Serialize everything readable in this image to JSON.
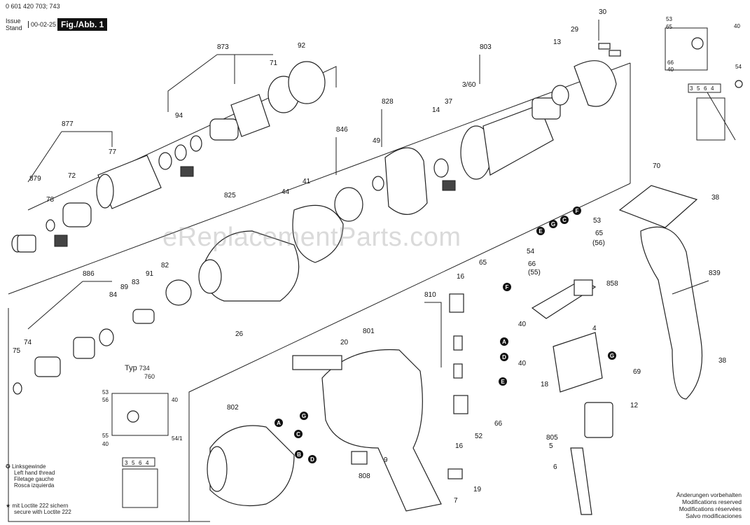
{
  "header": {
    "part_no": "0 601 420 703; 743",
    "issue_label_1": "Issue",
    "issue_label_2": "Stand",
    "issue_date": "00-02-25",
    "fig_label": "Fig./Abb. 1"
  },
  "watermark": "eReplacementParts.com",
  "typ": {
    "label": "Typ",
    "values": [
      "734",
      "760"
    ]
  },
  "legend_left": {
    "left_thread": [
      "Linksgewinde",
      "Left hand thread",
      "Filetage gauche",
      "Rosca izquierda"
    ],
    "loctite": [
      "mit Loctite 222 sichern",
      "secure with Loctite 222"
    ]
  },
  "legend_right": [
    "Änderungen vorbehalten",
    "Modifications reserved",
    "Modifications réservées",
    "Salvo modificaciones"
  ],
  "part_numbers": [
    {
      "id": "30",
      "label": "30"
    },
    {
      "id": "873",
      "label": "873"
    },
    {
      "id": "71",
      "label": "71"
    },
    {
      "id": "92",
      "label": "92"
    },
    {
      "id": "803",
      "label": "803"
    },
    {
      "id": "13",
      "label": "13"
    },
    {
      "id": "29",
      "label": "29"
    },
    {
      "id": "3_60",
      "label": "3/60"
    },
    {
      "id": "94",
      "label": "94"
    },
    {
      "id": "877",
      "label": "877"
    },
    {
      "id": "77",
      "label": "77"
    },
    {
      "id": "828",
      "label": "828"
    },
    {
      "id": "14",
      "label": "14"
    },
    {
      "id": "37",
      "label": "37"
    },
    {
      "id": "846",
      "label": "846"
    },
    {
      "id": "49",
      "label": "49"
    },
    {
      "id": "879",
      "label": "879"
    },
    {
      "id": "72",
      "label": "72"
    },
    {
      "id": "78",
      "label": "78"
    },
    {
      "id": "825",
      "label": "825"
    },
    {
      "id": "44",
      "label": "44"
    },
    {
      "id": "41",
      "label": "41"
    },
    {
      "id": "70",
      "label": "70"
    },
    {
      "id": "38a",
      "label": "38"
    },
    {
      "id": "53",
      "label": "53"
    },
    {
      "id": "65a",
      "label": "65"
    },
    {
      "id": "56",
      "label": "(56)"
    },
    {
      "id": "54",
      "label": "54"
    },
    {
      "id": "66",
      "label": "66"
    },
    {
      "id": "55",
      "label": "(55)"
    },
    {
      "id": "65b",
      "label": "65"
    },
    {
      "id": "839",
      "label": "839"
    },
    {
      "id": "886",
      "label": "886"
    },
    {
      "id": "91",
      "label": "91"
    },
    {
      "id": "82",
      "label": "82"
    },
    {
      "id": "89",
      "label": "89"
    },
    {
      "id": "83",
      "label": "83"
    },
    {
      "id": "84",
      "label": "84"
    },
    {
      "id": "16a",
      "label": "16"
    },
    {
      "id": "810",
      "label": "810"
    },
    {
      "id": "858",
      "label": "858"
    },
    {
      "id": "26",
      "label": "26"
    },
    {
      "id": "75",
      "label": "75"
    },
    {
      "id": "74",
      "label": "74"
    },
    {
      "id": "801",
      "label": "801"
    },
    {
      "id": "20",
      "label": "20"
    },
    {
      "id": "40a",
      "label": "40"
    },
    {
      "id": "40b",
      "label": "40"
    },
    {
      "id": "4",
      "label": "4"
    },
    {
      "id": "18",
      "label": "18"
    },
    {
      "id": "69",
      "label": "69"
    },
    {
      "id": "38b",
      "label": "38"
    },
    {
      "id": "802",
      "label": "802"
    },
    {
      "id": "12",
      "label": "12"
    },
    {
      "id": "16b",
      "label": "16"
    },
    {
      "id": "52",
      "label": "52"
    },
    {
      "id": "66b",
      "label": "66"
    },
    {
      "id": "805",
      "label": "805"
    },
    {
      "id": "5",
      "label": "5"
    },
    {
      "id": "9",
      "label": "9"
    },
    {
      "id": "808",
      "label": "808"
    },
    {
      "id": "6",
      "label": "6"
    },
    {
      "id": "7",
      "label": "7"
    },
    {
      "id": "19",
      "label": "19"
    }
  ],
  "circle_markers": [
    {
      "id": "E1",
      "label": "E"
    },
    {
      "id": "G1",
      "label": "G"
    },
    {
      "id": "C1",
      "label": "C"
    },
    {
      "id": "F1",
      "label": "F"
    },
    {
      "id": "F2",
      "label": "F"
    },
    {
      "id": "A1",
      "label": "A"
    },
    {
      "id": "D1",
      "label": "D"
    },
    {
      "id": "G2",
      "label": "G"
    },
    {
      "id": "E2",
      "label": "E"
    },
    {
      "id": "A2",
      "label": "A"
    },
    {
      "id": "G3",
      "label": "G"
    },
    {
      "id": "C2",
      "label": "C"
    },
    {
      "id": "B1",
      "label": "B"
    },
    {
      "id": "D2",
      "label": "D"
    }
  ],
  "wiring_top_right": {
    "labels": [
      "53",
      "65",
      "40",
      "66",
      "40",
      "54",
      "3",
      "5",
      "6",
      "4"
    ]
  },
  "wiring_bottom_left": {
    "labels": [
      "53",
      "56",
      "40",
      "55",
      "40",
      "54/1",
      "3",
      "5",
      "6",
      "4"
    ]
  }
}
